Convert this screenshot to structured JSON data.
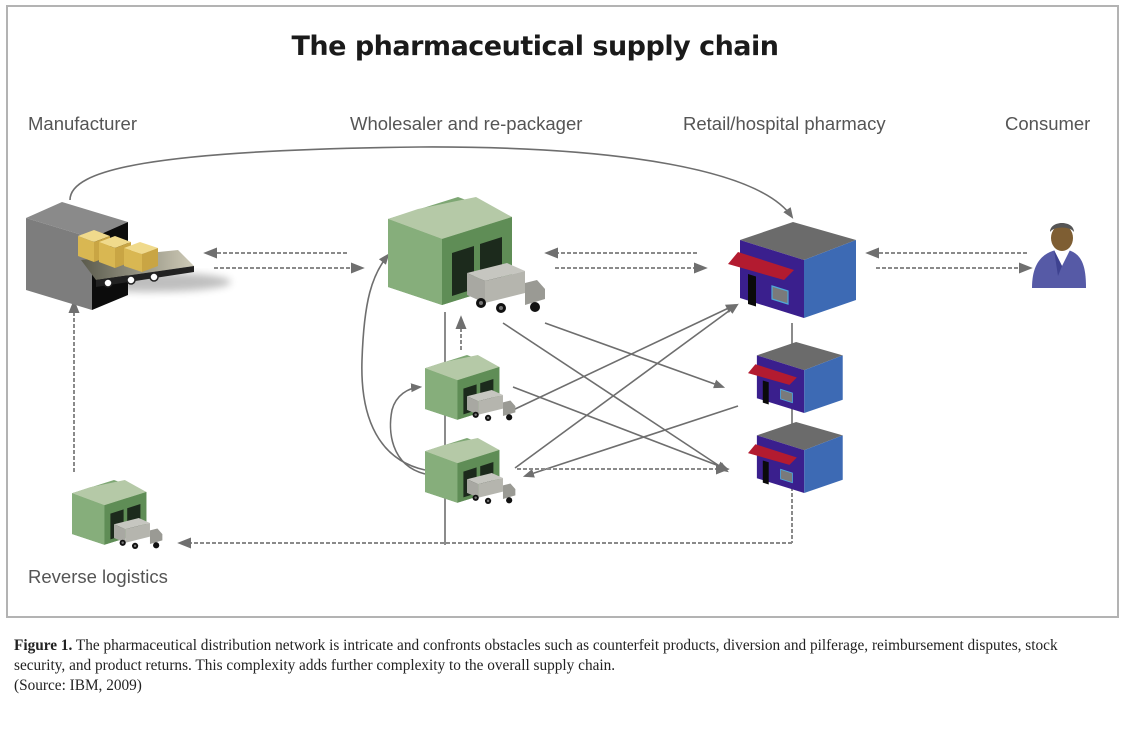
{
  "diagram": {
    "title": "The pharmaceutical supply chain",
    "stages": [
      {
        "id": "manufacturer",
        "label": "Manufacturer"
      },
      {
        "id": "wholesaler",
        "label": "Wholesaler and re-packager"
      },
      {
        "id": "pharmacy",
        "label": "Retail/hospital pharmacy"
      },
      {
        "id": "consumer",
        "label": "Consumer"
      }
    ],
    "reverse_logistics_label": "Reverse logistics",
    "nodes": [
      {
        "id": "manufacturer-factory",
        "icon": "factory-conveyor-icon"
      },
      {
        "id": "main-warehouse",
        "icon": "warehouse-truck-icon"
      },
      {
        "id": "repackager-warehouse-1",
        "icon": "warehouse-truck-icon"
      },
      {
        "id": "repackager-warehouse-2",
        "icon": "warehouse-truck-icon"
      },
      {
        "id": "reverse-logistics-warehouse",
        "icon": "warehouse-truck-icon"
      },
      {
        "id": "main-pharmacy",
        "icon": "storefront-icon"
      },
      {
        "id": "pharmacy-2",
        "icon": "storefront-icon"
      },
      {
        "id": "pharmacy-3",
        "icon": "storefront-icon"
      },
      {
        "id": "consumer-person",
        "icon": "person-icon"
      }
    ],
    "colors": {
      "warehouse_green": "#7fa878",
      "warehouse_roof": "#b6c9a8",
      "store_blue": "#3a66b0",
      "store_purple": "#3b1e8c",
      "awning_red": "#b01c2e",
      "roof_gray": "#6e6e6e",
      "box_yellow": "#e2c25a",
      "person_suit": "#565aa6",
      "arrow_gray": "#7a7a7a"
    }
  },
  "caption": {
    "label": "Figure 1.",
    "text": " The pharmaceutical distribution network is intricate and confronts obstacles such as counterfeit products, diversion and pilferage, reimbursement disputes, stock security, and product returns. This complexity adds further complexity to the overall supply chain.",
    "source": "(Source: IBM, 2009)"
  }
}
